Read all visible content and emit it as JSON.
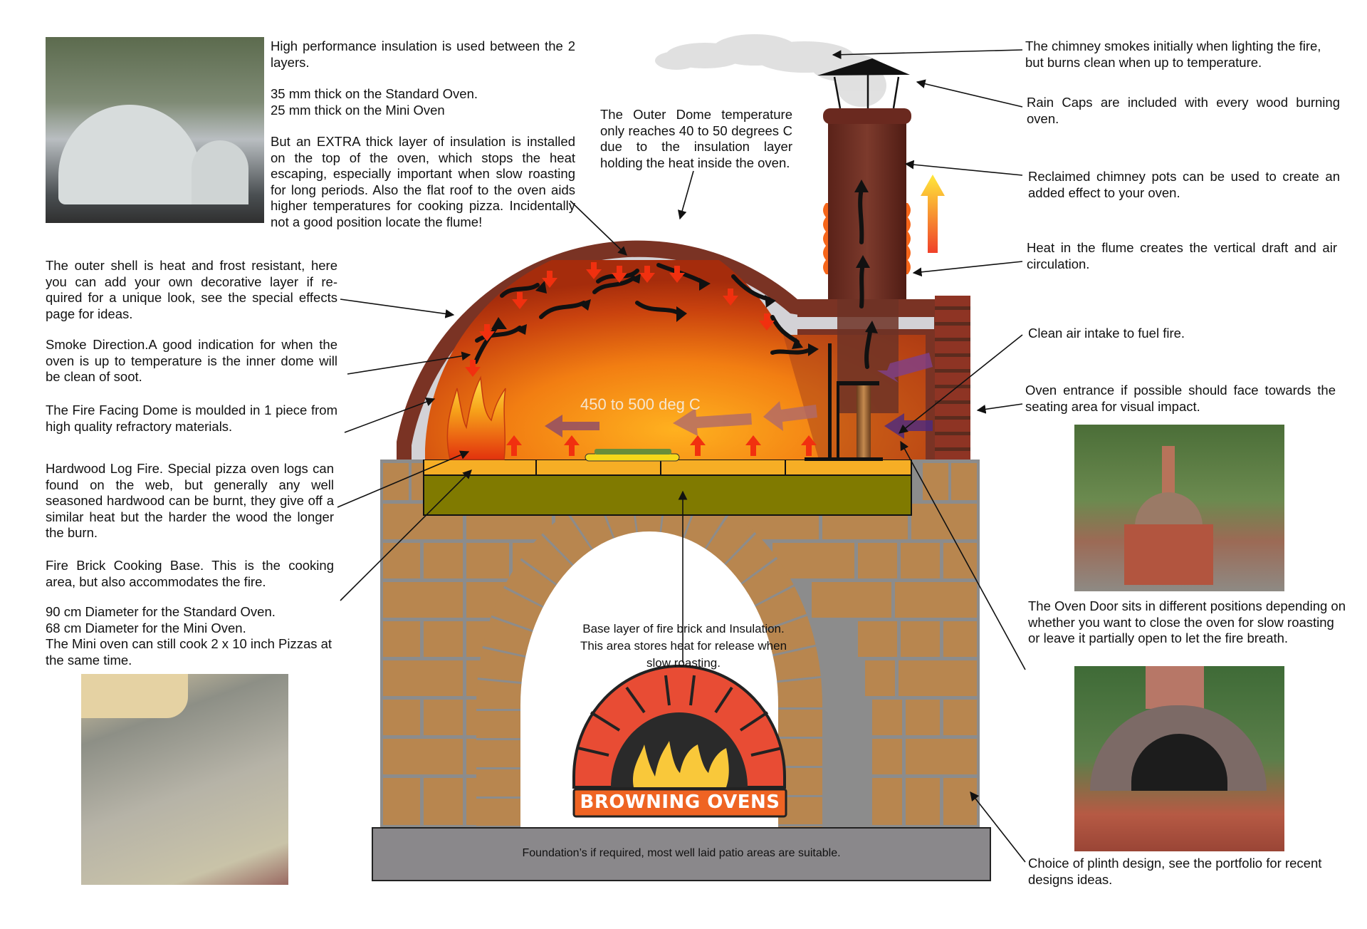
{
  "diagram": {
    "title": "Browning Ovens wood fired pizza oven cross-section",
    "oven_temperature_label": "450 to 500 deg C",
    "logo_text": "BROWNING OVENS",
    "colors": {
      "outer_shell": "#7a3324",
      "insulation": "#d3d2d6",
      "inner_hot": "#f39a1a",
      "inner_dark": "#b0320f",
      "brick": "#b8864f",
      "mortar": "#8c8c8c",
      "fire_brick": "#f6ae25",
      "base_insulation": "#807a00",
      "foundation": "#8a888b",
      "chimney": "#6e2c22",
      "logo_orange": "#ef6423",
      "logo_red": "#e84c34"
    }
  },
  "annotations": {
    "insulation": {
      "p1": "High performance insulation is used between the 2 layers.",
      "p2a": "35 mm thick on the Standard Oven.",
      "p2b": "25 mm thick on the Mini Oven",
      "p3": "But an EXTRA thick layer of insulation is installed on the top of the oven, which stops the heat escaping,    especially important when slow roasting for long periods. Also the flat roof to the oven aids higher temperatures for cooking pizza. Incidentally not a good position locate the flume!"
    },
    "outer_dome": "The Outer Dome temperature only reaches 40 to 50 degrees C due to the insulation layer holding the heat inside the oven.",
    "outer_shell": "The outer shell is heat and frost resistant, here you can add your own decorative layer if re-quired for a unique look, see the special effects page for ideas.",
    "smoke_direction": "Smoke Direction.A good indication for when the oven is up to temperature is the inner dome will be clean of soot.",
    "fire_dome": "The Fire Facing Dome is moulded in 1 piece from high quality refractory materials.",
    "log_fire": "Hardwood Log Fire. Special pizza oven logs can found on the web, but generally any well seasoned hardwood can be burnt, they give off a similar heat but the harder the wood the longer the burn.",
    "cooking_base": "Fire Brick Cooking Base. This is the cooking area, but also accommodates the fire.",
    "diameter": {
      "l1": "90 cm Diameter for the Standard Oven.",
      "l2": "68 cm Diameter for the Mini Oven.",
      "l3": "The Mini oven can still cook 2 x 10 inch Pizzas at the same time."
    },
    "chimney_smoke": {
      "l1": "The chimney smokes initially when lighting  the fire,",
      "l2": "but burns clean when up to temperature."
    },
    "rain_caps": "Rain Caps are included with every wood burning oven.",
    "chimney_pots": "Reclaimed chimney pots can be used to create an added effect to your oven.",
    "flume_heat": "Heat in the flume creates the vertical draft and air circulation.",
    "air_intake": "Clean air intake to fuel fire.",
    "entrance": "Oven entrance if possible should face towards the seating area for visual impact.",
    "oven_door": "The Oven Door sits in different positions depending on whether you want to close the oven for slow roasting or  leave it partially open to let the fire breath.",
    "plinth": "Choice of plinth design, see the portfolio for recent designs ideas.",
    "base_layer": {
      "l1": "Base layer of fire brick and Insulation.",
      "l2": "This area stores heat for release when",
      "l3": "slow roasting."
    },
    "foundation": "Foundation’s if required, most well laid patio areas are suitable."
  },
  "photos": [
    {
      "id": "insulated-dome-photo",
      "description": "Insulated white dome oven on a table"
    },
    {
      "id": "oven-floor-photo",
      "description": "Fire brick oven floor with wood log"
    },
    {
      "id": "garden-oven-photo",
      "description": "Brick oven with chimney in a garden patio"
    },
    {
      "id": "oven-door-photo",
      "description": "Brick dome oven with black door and thermometer"
    }
  ]
}
